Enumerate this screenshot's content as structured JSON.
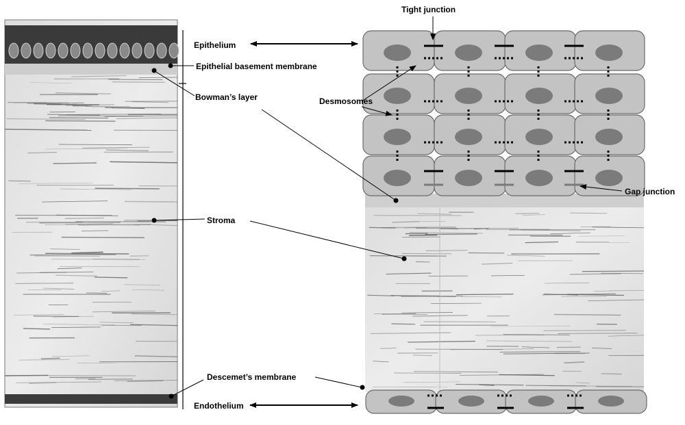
{
  "labels": {
    "tight_junction": "Tight junction",
    "epithelium": "Epithelium",
    "epithelial_basement_membrane": "Epithelial basement membrane",
    "bowmans_layer": "Bowman’s layer",
    "desmosomes": "Desmosomes",
    "gap_junction": "Gap junction",
    "stroma": "Stroma",
    "descemets_membrane": "Descemet’s membrane",
    "endothelium": "Endothelium"
  },
  "colors": {
    "cell_fill": "#c3c3c3",
    "cell_stroke": "#6a6a6a",
    "nucleus": "#7b7b7b",
    "stroma_bg": "#e6e6e6",
    "fiber": "#5a5a5a",
    "epithelium_dark": "#2a2a2a",
    "bowman": "#cfcfcf",
    "endothelium_dark": "#3c3c3c"
  },
  "icons": {
    "arrow_double": "double-headed-arrow-icon",
    "pointer_dot": "pointer-dot-icon"
  }
}
